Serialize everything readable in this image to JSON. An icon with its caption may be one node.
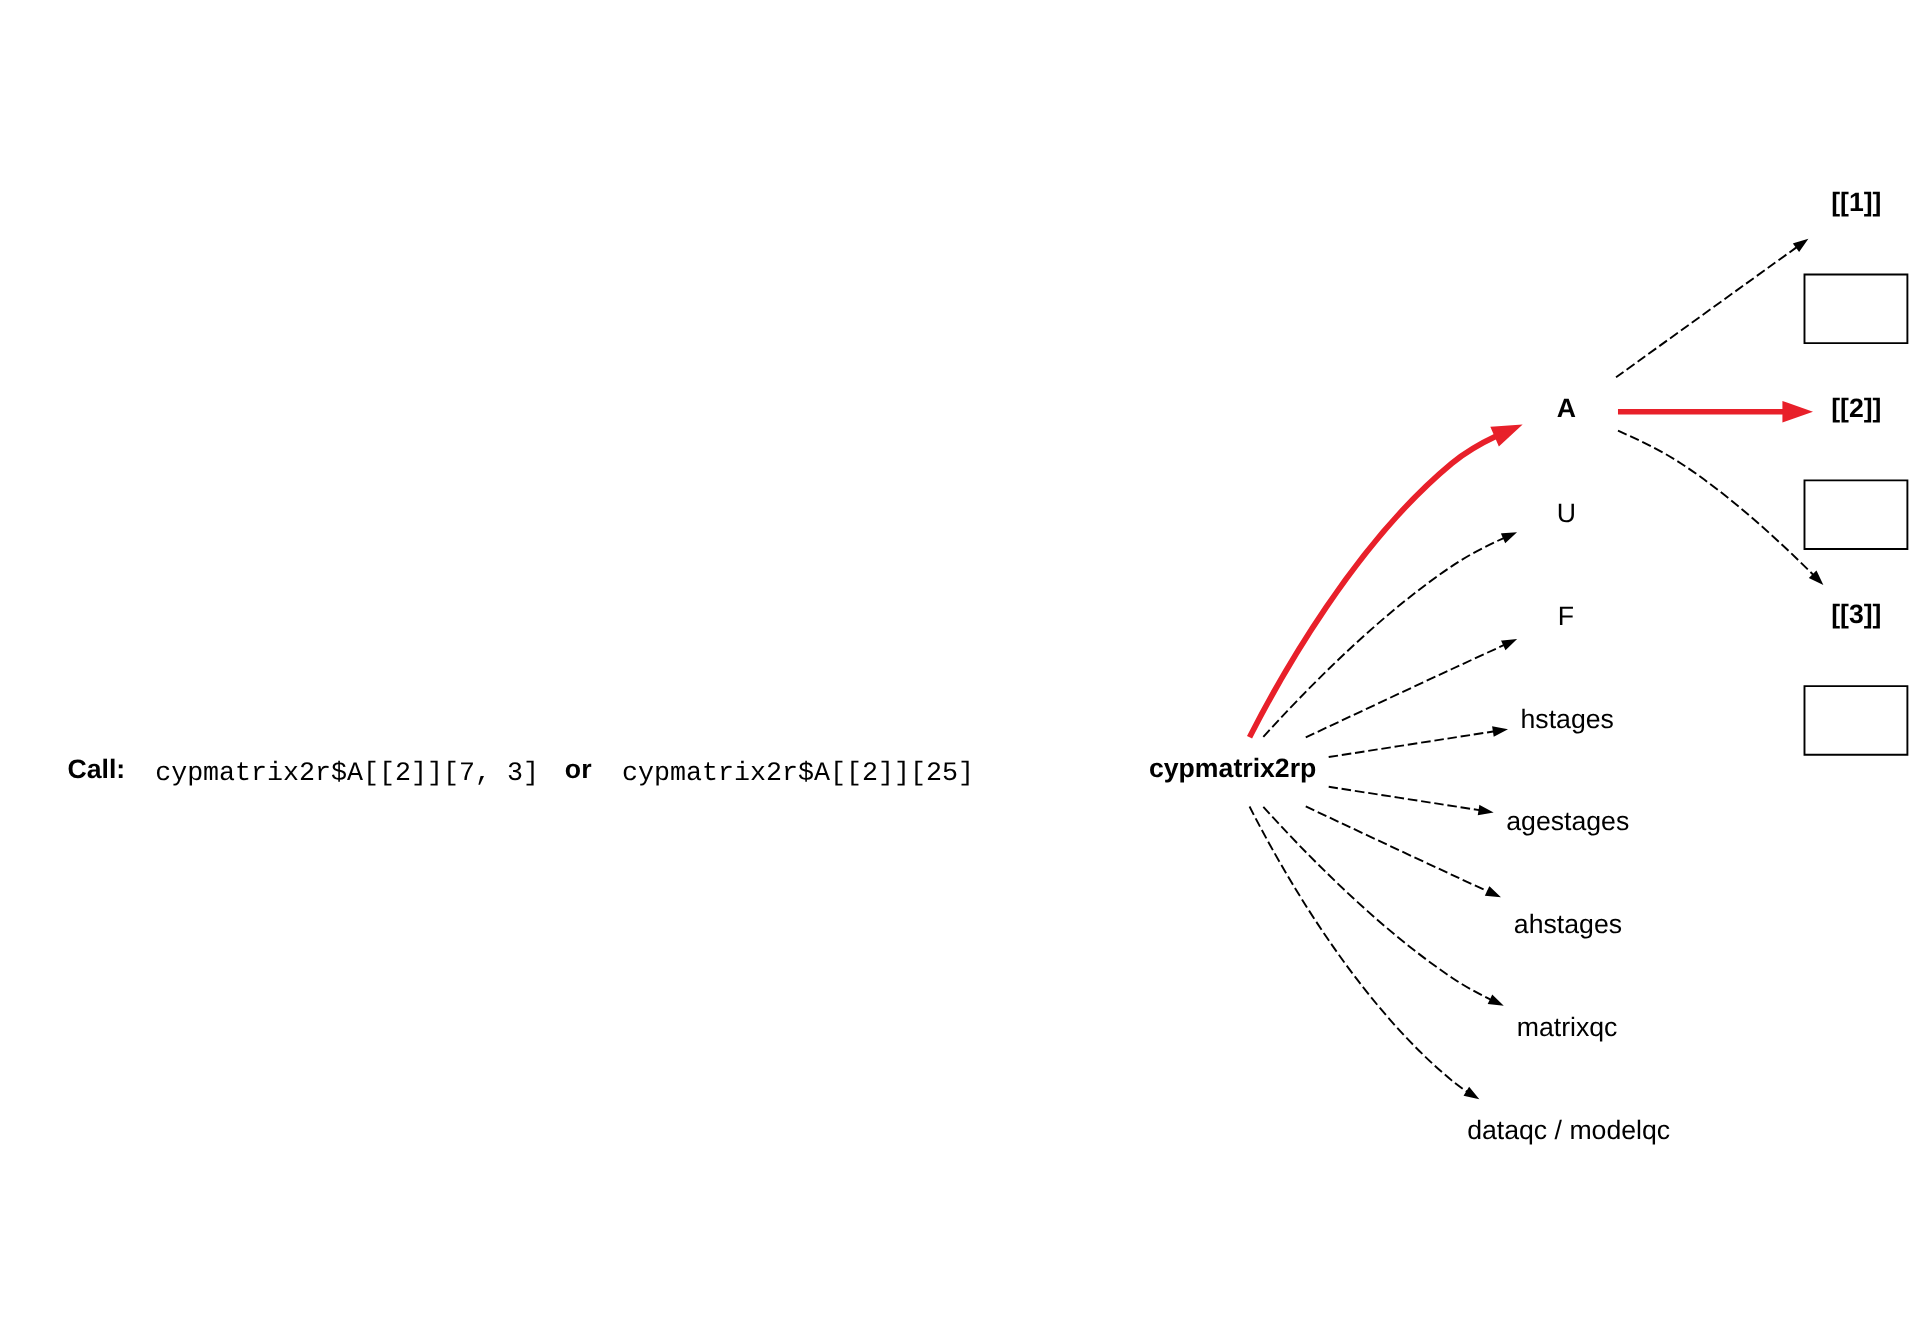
{
  "diagram": {
    "nodes": [
      {
        "text": [
          "cypmatrix2rp"
        ]
      },
      {
        "text": [
          "A"
        ]
      },
      {
        "text": [
          "U"
        ]
      },
      {
        "text": [
          "F"
        ]
      },
      {
        "text": [
          "hstages"
        ]
      },
      {
        "text": [
          "agestages"
        ]
      },
      {
        "text": [
          "ahstages"
        ]
      },
      {
        "text": [
          "matrixqc"
        ]
      },
      {
        "text": [
          "dataqc / modelqc"
        ]
      },
      {
        "text": [
          "[[1]]"
        ]
      },
      {
        "text": [
          "[[2]]"
        ]
      },
      {
        "text": [
          "[[3]]"
        ]
      },
      {
        "text": [],
        "shape": "box"
      },
      {
        "text": [],
        "shape": "box"
      },
      {
        "text": [],
        "shape": "box"
      }
    ],
    "edges": [
      {
        "from": 0,
        "to": 1,
        "arrow": "to",
        "style": "thick",
        "color": "#e8202a"
      },
      {
        "from": 0,
        "to": 2,
        "arrow": "to",
        "style": "dashed"
      },
      {
        "from": 0,
        "to": 3,
        "arrow": "to",
        "style": "dashed"
      },
      {
        "from": 0,
        "to": 4,
        "arrow": "to",
        "style": "dashed"
      },
      {
        "from": 0,
        "to": 5,
        "arrow": "to",
        "style": "dashed"
      },
      {
        "from": 0,
        "to": 6,
        "arrow": "to",
        "style": "dashed"
      },
      {
        "from": 0,
        "to": 7,
        "arrow": "to",
        "style": "dashed"
      },
      {
        "from": 0,
        "to": 8,
        "arrow": "to",
        "style": "dashed"
      },
      {
        "from": 1,
        "to": 9,
        "arrow": "to",
        "style": "dashed"
      },
      {
        "from": 1,
        "to": 10,
        "arrow": "to",
        "style": "thick",
        "color": "#e8202a"
      },
      {
        "from": 1,
        "to": 11,
        "arrow": "to",
        "style": "dashed"
      }
    ],
    "labels": [
      "Call:",
      "cypmatrix2r$A[[2]][7, 3]",
      "or",
      "cypmatrix2r$A[[2]][25]"
    ]
  }
}
